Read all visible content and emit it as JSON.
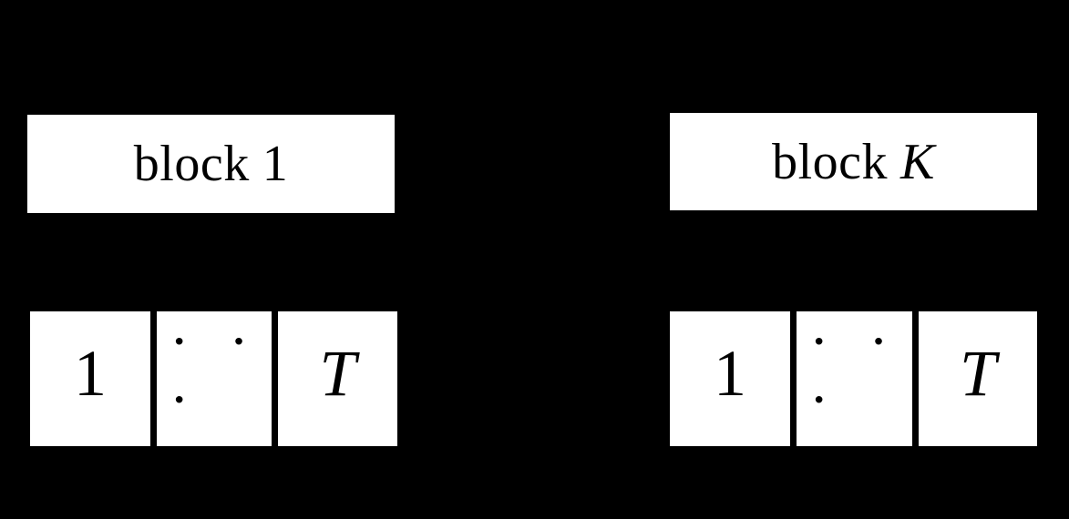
{
  "diagram": {
    "background_color": "#000000",
    "box_color": "#ffffff",
    "text_color": "#000000",
    "groups": [
      {
        "block": {
          "prefix": "block",
          "index": "1",
          "index_italic": false
        },
        "cells": [
          {
            "label": "1",
            "italic": false
          },
          {
            "label": "· · ·",
            "italic": false
          },
          {
            "label": "T",
            "italic": true
          }
        ]
      },
      {
        "block": {
          "prefix": "block",
          "index": "K",
          "index_italic": true
        },
        "cells": [
          {
            "label": "1",
            "italic": false
          },
          {
            "label": "· · ·",
            "italic": false
          },
          {
            "label": "T",
            "italic": true
          }
        ]
      }
    ]
  }
}
